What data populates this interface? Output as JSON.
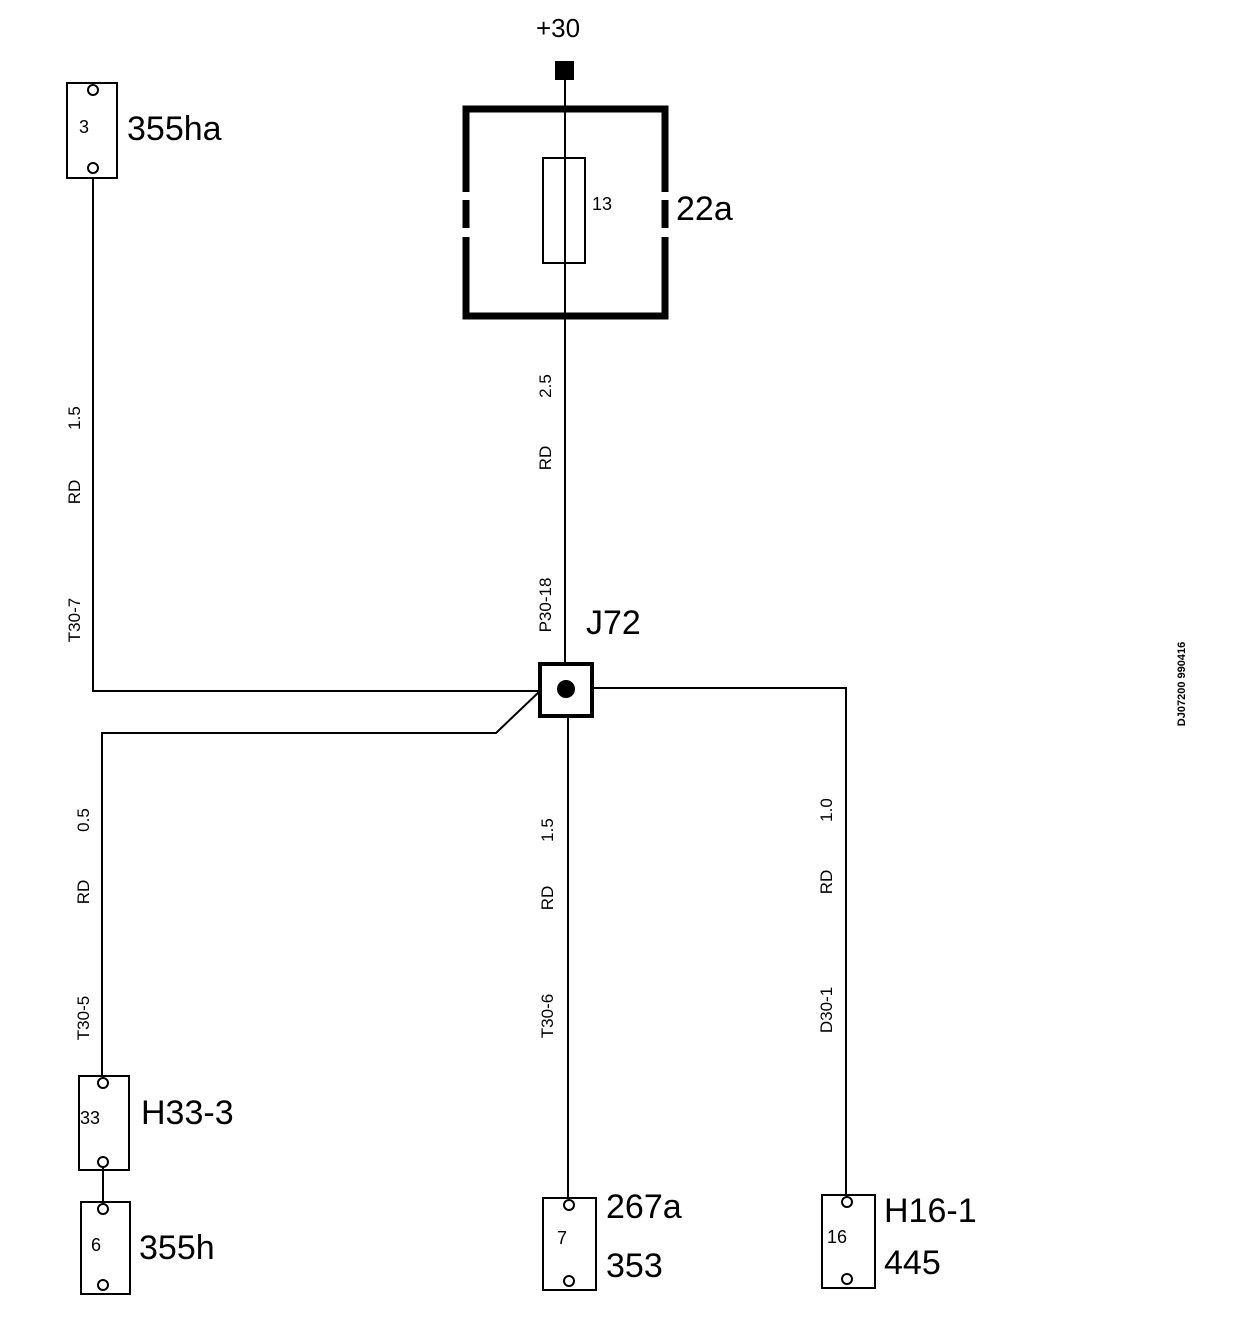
{
  "supply": {
    "label": "+30"
  },
  "fuse_box": {
    "label": "22a",
    "fuse_number": "13"
  },
  "junction": {
    "label": "J72",
    "pin": "P30-18"
  },
  "wires": {
    "supply_top": {
      "size": "2.5",
      "color": "RD"
    },
    "left_top": {
      "size": "1.5",
      "color": "RD",
      "terminal": "T30-7"
    },
    "left_bottom": {
      "size": "0.5",
      "color": "RD",
      "terminal": "T30-5"
    },
    "center_bottom": {
      "size": "1.5",
      "color": "RD",
      "terminal": "T30-6"
    },
    "right_bottom": {
      "size": "1.0",
      "color": "RD",
      "terminal": "D30-1"
    }
  },
  "connectors": {
    "c355ha": {
      "pin": "3",
      "label": "355ha"
    },
    "cH33": {
      "pin": "33",
      "label": "H33-3"
    },
    "c355h": {
      "pin": "6",
      "label": "355h"
    },
    "c267a": {
      "pin": "7",
      "label": "267a",
      "label2": "353"
    },
    "cH16": {
      "pin": "16",
      "label": "H16-1",
      "label2": "445"
    }
  },
  "drawing_ref": "DJ07200 990416"
}
